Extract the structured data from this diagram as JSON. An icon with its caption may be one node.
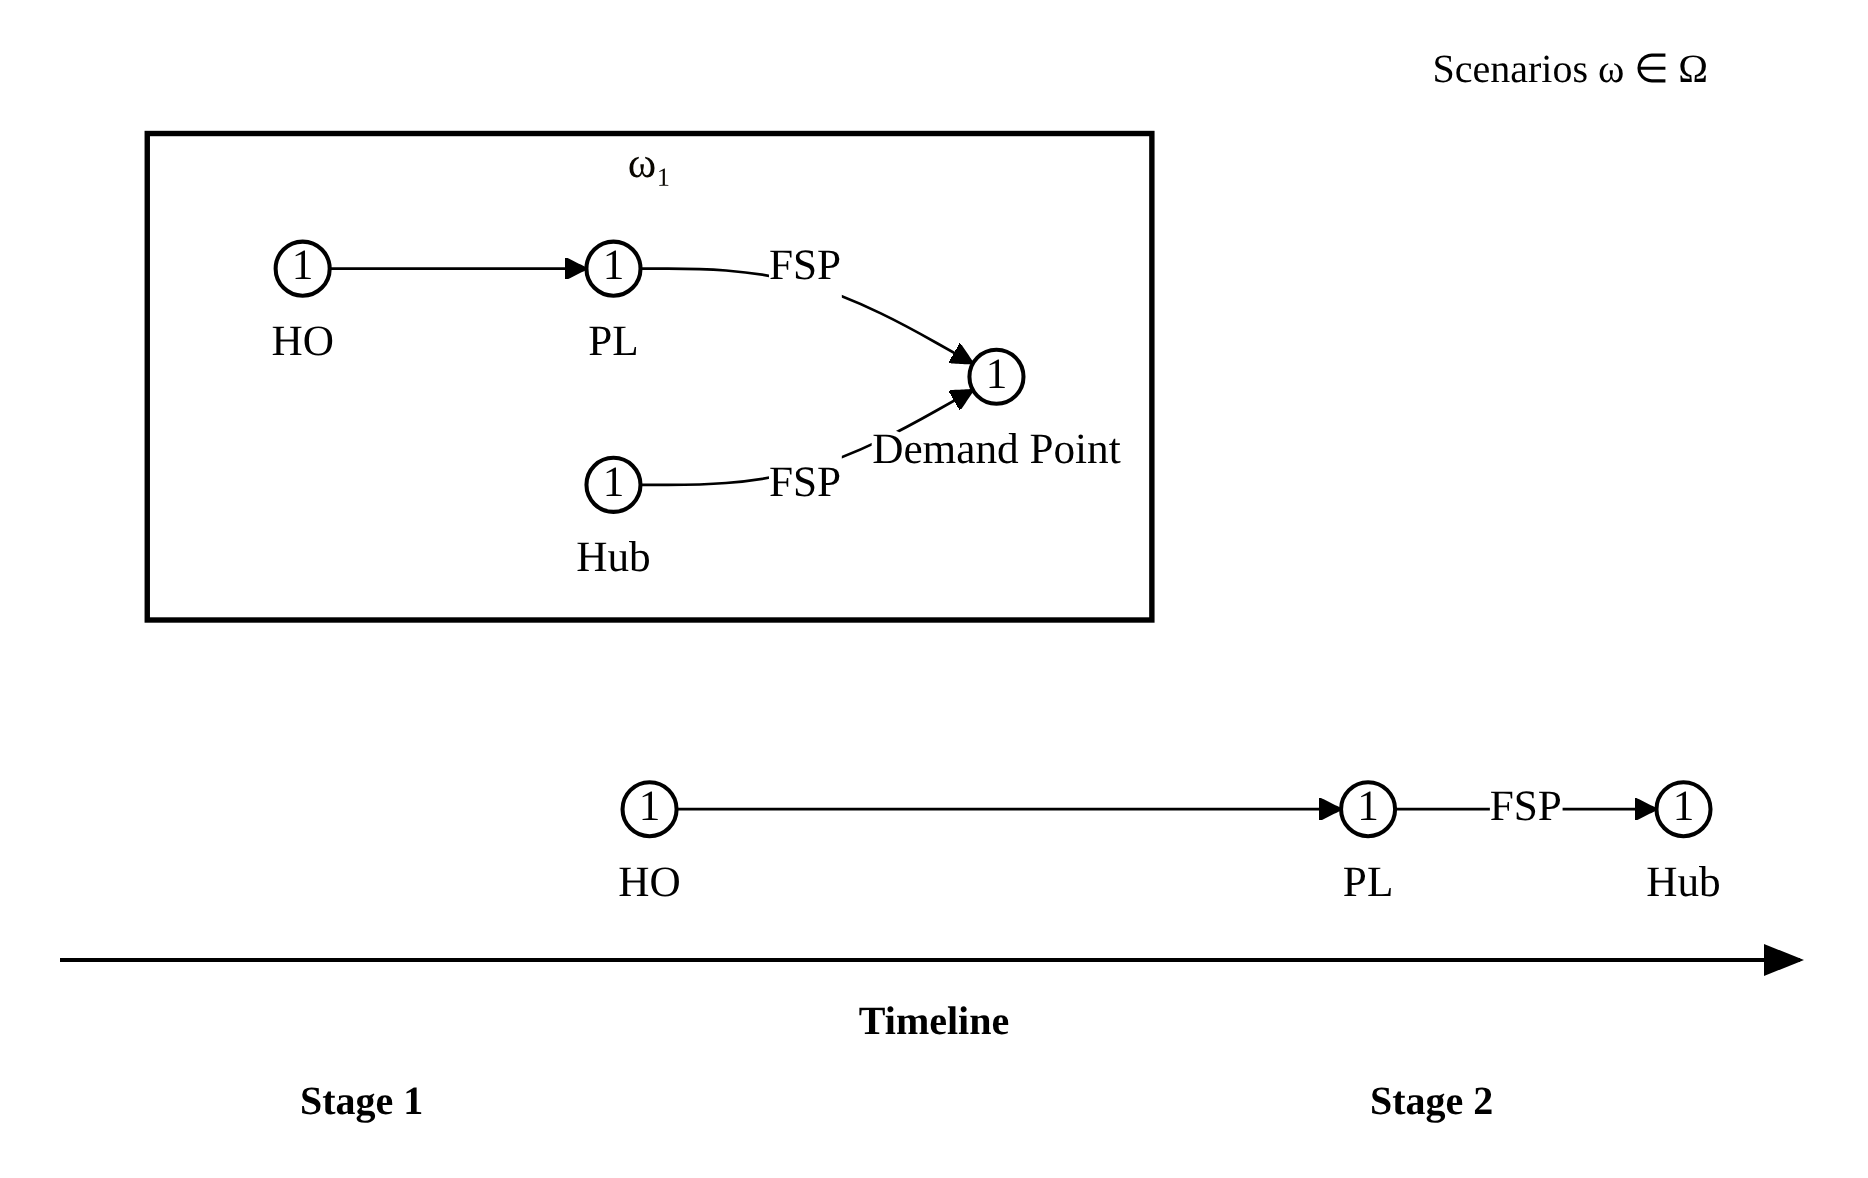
{
  "diagram": {
    "nodes": [
      {
        "text": [
          "1"
        ],
        "beside": [
          "HO"
        ]
      },
      {
        "text": [
          "1"
        ],
        "beside": [
          "PL"
        ]
      },
      {
        "text": [
          "1"
        ],
        "beside": [
          "Hub"
        ]
      },
      {
        "text": [
          "ω₁"
        ]
      },
      {
        "text": [
          "1"
        ],
        "beside": [
          "HO"
        ],
        "in": 3
      },
      {
        "text": [
          "1"
        ],
        "beside": [
          "PL"
        ],
        "in": 3
      },
      {
        "text": [
          "1"
        ],
        "beside": [
          "Hub"
        ],
        "in": 3
      },
      {
        "text": [
          "1"
        ],
        "beside": [
          "Demand Point"
        ],
        "in": 3
      }
    ],
    "edges": [
      {
        "from": 0,
        "to": 1,
        "arrow": "to"
      },
      {
        "from": 1,
        "to": 2,
        "label": "FSP",
        "arrow": "to"
      },
      {
        "from": 4,
        "to": 5,
        "arrow": "to"
      },
      {
        "from": 5,
        "to": 7,
        "label": "FSP",
        "arrow": "to"
      },
      {
        "from": 6,
        "to": 7,
        "label": "FSP",
        "arrow": "to"
      }
    ],
    "labels": [
      "Scenarios ω ∈ Ω",
      "Timeline",
      "Stage 1",
      "Stage 2"
    ]
  }
}
